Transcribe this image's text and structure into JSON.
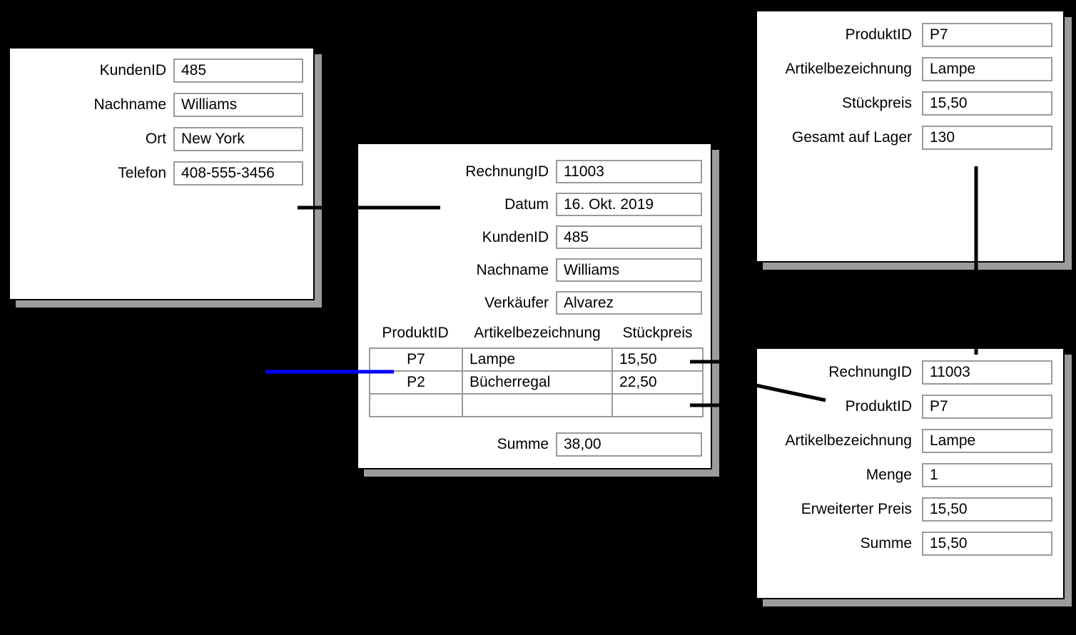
{
  "colors": {
    "background": "#000000",
    "card_background": "#ffffff",
    "card_shadow": "#9c9c9c",
    "box_border": "#9a9a9a",
    "text": "#000000",
    "connector_black": "#000000",
    "connector_blue": "#0000ff"
  },
  "cards": {
    "customer": {
      "fields": [
        {
          "label": "KundenID",
          "value": "485"
        },
        {
          "label": "Nachname",
          "value": "Williams"
        },
        {
          "label": "Ort",
          "value": "New York"
        },
        {
          "label": "Telefon",
          "value": "408-555-3456"
        }
      ]
    },
    "invoice": {
      "fields": [
        {
          "label": "RechnungID",
          "value": "11003"
        },
        {
          "label": "Datum",
          "value": "16. Okt. 2019"
        },
        {
          "label": "KundenID",
          "value": "485"
        },
        {
          "label": "Nachname",
          "value": "Williams"
        },
        {
          "label": "Verkäufer",
          "value": "Alvarez"
        }
      ],
      "table": {
        "headers": [
          "ProduktID",
          "Artikelbezeichnung",
          "Stückpreis"
        ],
        "rows": [
          [
            "P7",
            "Lampe",
            "15,50"
          ],
          [
            "P2",
            "Bücherregal",
            "22,50"
          ],
          [
            "",
            "",
            ""
          ]
        ]
      },
      "total": {
        "label": "Summe",
        "value": "38,00"
      }
    },
    "product": {
      "fields": [
        {
          "label": "ProduktID",
          "value": "P7"
        },
        {
          "label": "Artikelbezeichnung",
          "value": "Lampe"
        },
        {
          "label": "Stückpreis",
          "value": "15,50"
        },
        {
          "label": "Gesamt auf Lager",
          "value": "130"
        }
      ]
    },
    "line_item": {
      "fields": [
        {
          "label": "RechnungID",
          "value": "11003"
        },
        {
          "label": "ProduktID",
          "value": "P7"
        },
        {
          "label": "Artikelbezeichnung",
          "value": "Lampe"
        },
        {
          "label": "Menge",
          "value": "1"
        },
        {
          "label": "Erweiterter Preis",
          "value": "15,50"
        },
        {
          "label": "Summe",
          "value": "15,50"
        }
      ]
    }
  }
}
